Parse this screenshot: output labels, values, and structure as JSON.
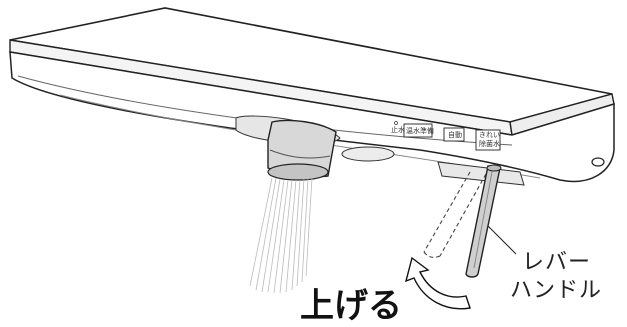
{
  "diagram": {
    "buttons": {
      "stop_mark": "止水",
      "hot_water_prep": "温水準備",
      "auto": "自動",
      "clean_water_top": "きれい",
      "clean_water_bottom": "除菌水"
    },
    "callout": {
      "lever_line1": "レバー",
      "lever_line2": "ハンドル"
    },
    "action_label": "上げる"
  }
}
